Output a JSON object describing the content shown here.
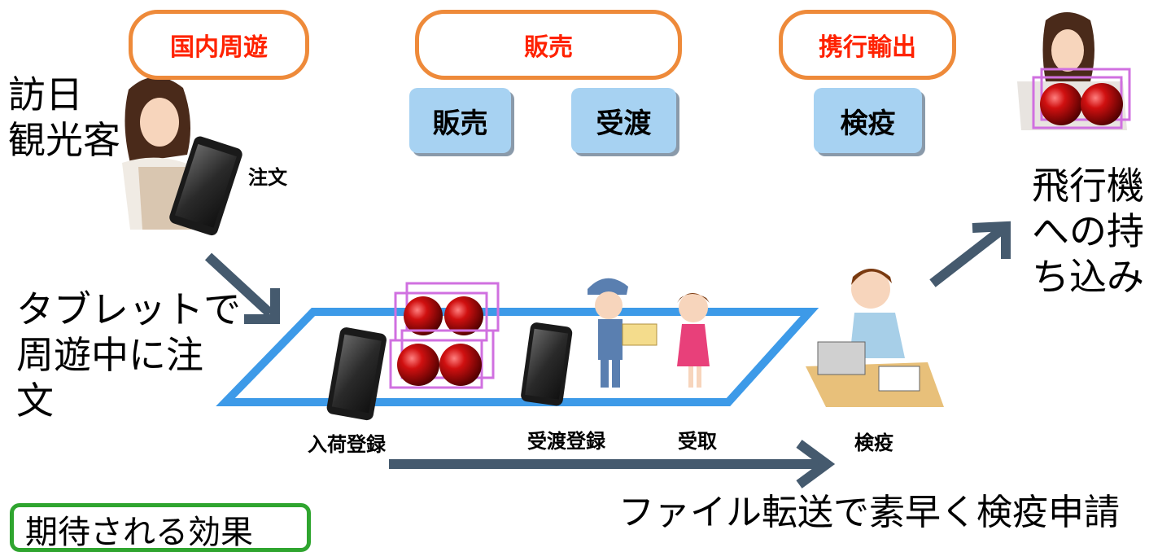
{
  "stages": {
    "domestic": "国内周遊",
    "sales": "販売",
    "export": "携行輸出"
  },
  "steps": {
    "sell": "販売",
    "handover": "受渡",
    "quarantine": "検疫"
  },
  "tourist": {
    "line1": "訪日",
    "line2": "観光客"
  },
  "order_label": "注文",
  "tablet_text": {
    "line1": "タブレットで",
    "line2": "周遊中に注",
    "line3": "文"
  },
  "plane_text": {
    "line1": "飛行機",
    "line2": "への持",
    "line3": "ち込み"
  },
  "labels": {
    "arrival": "入荷登録",
    "handover_reg": "受渡登録",
    "receive": "受取",
    "quarantine": "検疫"
  },
  "transfer_text": "ファイル転送で素早く検疫申請",
  "expected_box": "期待される効果",
  "colors": {
    "pill_border": "#ee8a3a",
    "pill_text": "#ff2200",
    "step_fill": "#a7d2f2",
    "platform": "#3d9ae8",
    "arrow": "#455a6e",
    "box_border": "#2fa52f",
    "apple": "#c01818",
    "crate": "#d070e0"
  }
}
